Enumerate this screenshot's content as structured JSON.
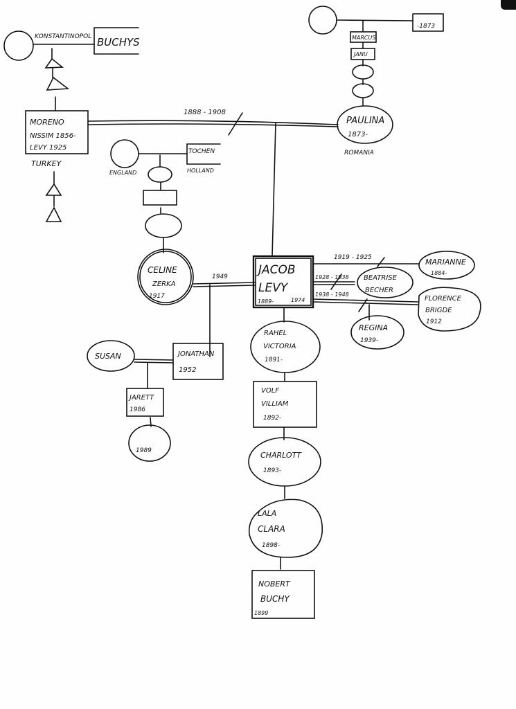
{
  "title": "Family tree of Jacob Levy (hand drawn)",
  "people": {
    "buchys_anc_f": {
      "lines": []
    },
    "buchys": {
      "lines": [
        "BUCHYS"
      ]
    },
    "konstantinopol": {
      "lines": [
        "KONSTANTINOPOL"
      ]
    },
    "moreno": {
      "lines": [
        "MORENO",
        "NISSIM 1856-",
        "LEVY 1925"
      ]
    },
    "turkey": {
      "lines": [
        "TURKEY"
      ]
    },
    "paulina_gp_f": {
      "lines": []
    },
    "paulina_gp_m": {
      "lines": [
        "-1873"
      ]
    },
    "marcus": {
      "lines": [
        "MARCUS"
      ]
    },
    "janu": {
      "lines": [
        "JANU"
      ]
    },
    "paulina": {
      "lines": [
        "PAULINA",
        "1873-"
      ]
    },
    "romania": {
      "lines": [
        "ROMANIA"
      ]
    },
    "england": {
      "lines": [
        "ENGLAND"
      ]
    },
    "tochen": {
      "lines": [
        "TOCHEN"
      ]
    },
    "holland": {
      "lines": [
        "HOLLAND"
      ]
    },
    "celine": {
      "lines": [
        "CELINE",
        "ZERKA",
        "1917"
      ]
    },
    "jacob": {
      "lines": [
        "JACOB",
        "LEVY",
        "1889-",
        "1974"
      ]
    },
    "marianne": {
      "lines": [
        "MARIANNE",
        "1884-"
      ]
    },
    "beatrise": {
      "lines": [
        "BEATRISE",
        "BECHER"
      ]
    },
    "florence": {
      "lines": [
        "FLORENCE",
        "BRIGDE",
        "1912"
      ]
    },
    "regina": {
      "lines": [
        "REGINA",
        "1939-"
      ]
    },
    "susan": {
      "lines": [
        "SUSAN"
      ]
    },
    "jonathan": {
      "lines": [
        "JONATHAN",
        "1952"
      ]
    },
    "jarett": {
      "lines": [
        "JARETT",
        "1986"
      ]
    },
    "child_1989": {
      "lines": [
        "1989"
      ]
    },
    "rahel": {
      "lines": [
        "RAHEL",
        "VICTORIA",
        "1891-"
      ]
    },
    "volf": {
      "lines": [
        "VOLF",
        "VILLIAM",
        "1892-"
      ]
    },
    "charlott": {
      "lines": [
        "CHARLOTT",
        "1893-"
      ]
    },
    "lala": {
      "lines": [
        "LALA",
        "CLARA",
        "1898-"
      ]
    },
    "nobert": {
      "lines": [
        "NOBERT",
        "BUCHY",
        "1899"
      ]
    }
  },
  "marriages": {
    "moreno_paulina": "1888 - 1908",
    "jacob_celine": "1949",
    "jacob_marianne": "1919 - 1925",
    "jacob_beatrise": "1928 - 1938",
    "jacob_florence": "1938 - 1948"
  },
  "colors": {
    "ink": "#111111",
    "paper": "#fefefe"
  }
}
